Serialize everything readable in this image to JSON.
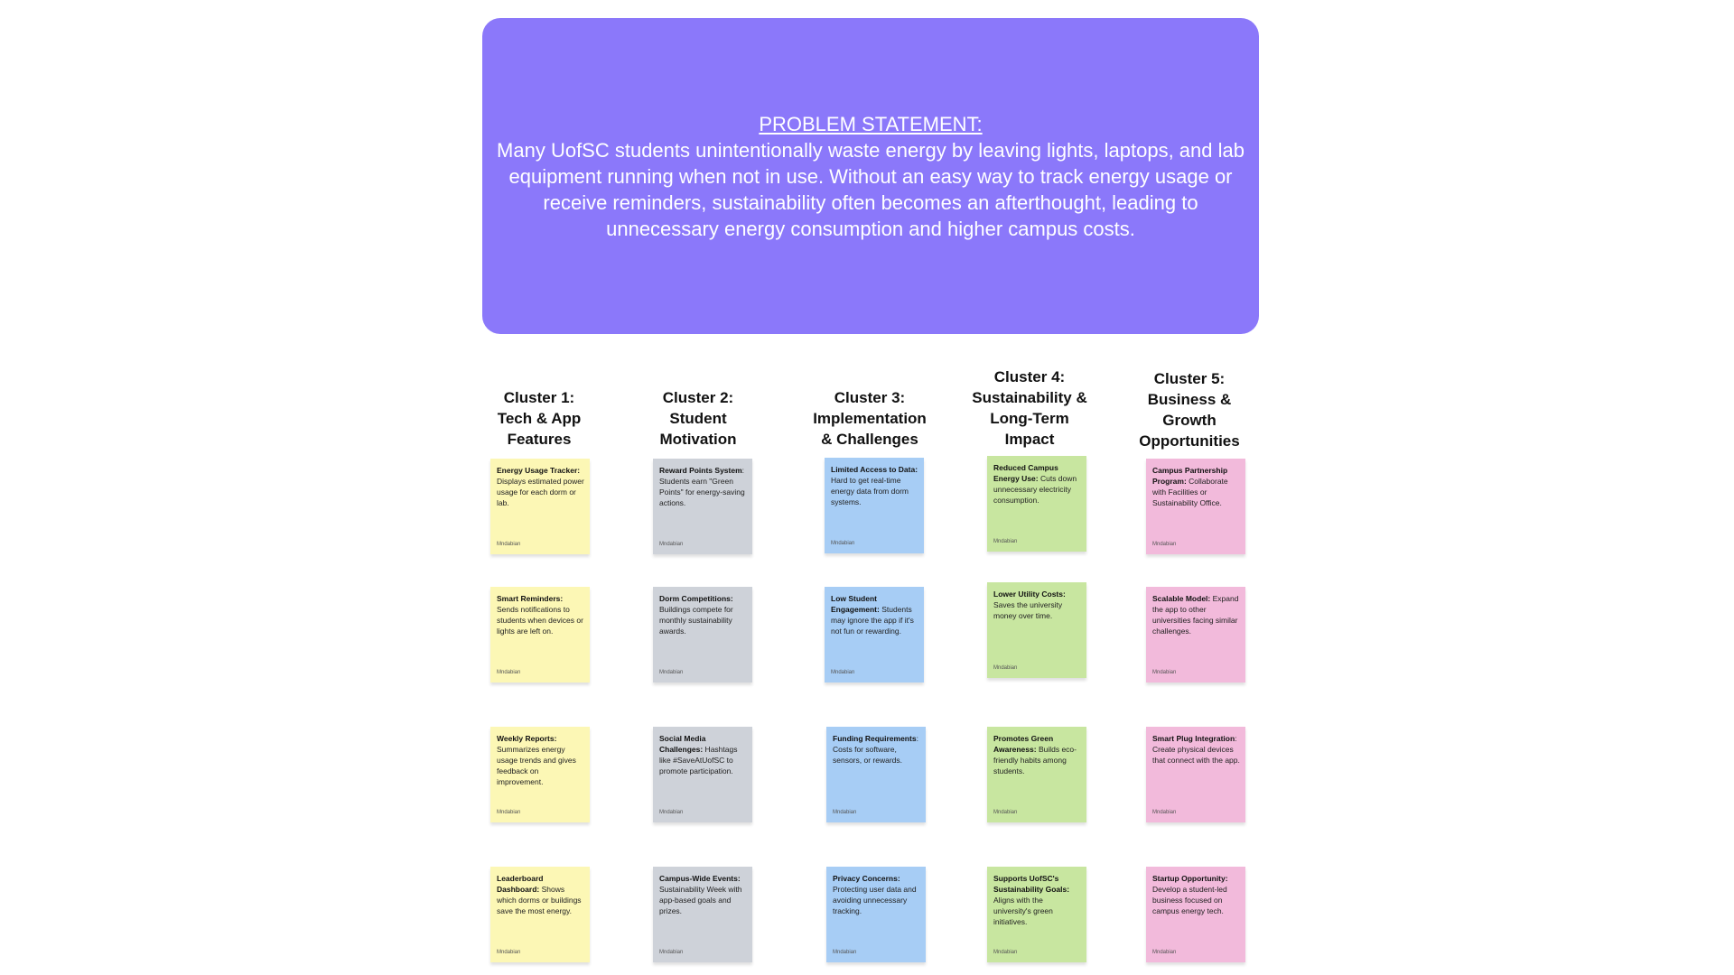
{
  "problem": {
    "title": "PROBLEM STATEMENT:",
    "body": "Many UofSC students unintentionally waste energy by leaving lights, laptops, and lab equipment running when not in use. Without an easy way to track energy usage or receive reminders, sustainability often becomes an afterthought, leading to unnecessary energy consumption and higher campus costs."
  },
  "clusters": [
    {
      "title": "Cluster 1:\nTech & App\nFeatures",
      "color": "#fcf7b5",
      "notes": [
        {
          "title": "Energy Usage Tracker:",
          "text": " Displays estimated power usage for each dorm or lab.",
          "author": "Mndabian"
        },
        {
          "title": "Smart Reminders:",
          "text": " Sends notifications to students when devices or lights are left on.",
          "author": "Mndabian"
        },
        {
          "title": "Weekly Reports:",
          "text": " Summarizes energy usage trends and gives feedback on improvement.",
          "author": "Mndabian"
        },
        {
          "title": "Leaderboard Dashboard:",
          "text": " Shows which dorms or buildings save the most energy.",
          "author": "Mndabian"
        }
      ]
    },
    {
      "title": "Cluster 2:\nStudent\nMotivation",
      "color": "#ced2d9",
      "notes": [
        {
          "title": "Reward Points System",
          "text": ": Students earn \"Green Points\" for energy-saving actions.",
          "author": "Mndabian"
        },
        {
          "title": "Dorm Competitions:",
          "text": " Buildings compete for monthly sustainability awards.",
          "author": "Mndabian"
        },
        {
          "title": "Social Media Challenges:",
          "text": " Hashtags like #SaveAtUofSC to promote participation.",
          "author": "Mndabian"
        },
        {
          "title": "Campus-Wide Events:",
          "text": " Sustainability Week with app-based goals and prizes.",
          "author": "Mndabian"
        }
      ]
    },
    {
      "title": "Cluster 3:\nImplementation\n& Challenges",
      "color": "#a7cdf5",
      "notes": [
        {
          "title": "Limited Access to Data:",
          "text": " Hard to get real-time energy data from dorm systems.",
          "author": "Mndabian"
        },
        {
          "title": "Low Student Engagement:",
          "text": " Students may ignore the app if it's not fun or rewarding.",
          "author": "Mndabian"
        },
        {
          "title": "Funding Requirements",
          "text": ": Costs for software, sensors, or rewards.",
          "author": "Mndabian"
        },
        {
          "title": "Privacy Concerns:",
          "text": " Protecting user data and avoiding unnecessary tracking.",
          "author": "Mndabian"
        }
      ]
    },
    {
      "title": "Cluster 4:\nSustainability &\nLong-Term\nImpact",
      "color": "#c8e6a0",
      "notes": [
        {
          "title": "Reduced Campus Energy Use:",
          "text": " Cuts down unnecessary electricity consumption.",
          "author": "Mndabian"
        },
        {
          "title": "Lower Utility Costs:",
          "text": " Saves the university money over time.",
          "author": "Mndabian"
        },
        {
          "title": "Promotes Green Awareness:",
          "text": " Builds eco-friendly habits among students.",
          "author": "Mndabian"
        },
        {
          "title": "Supports UofSC's Sustainability Goals:",
          "text": " Aligns with the university's green initiatives.",
          "author": "Mndabian"
        }
      ]
    },
    {
      "title": "Cluster 5:\nBusiness &\nGrowth\nOpportunities",
      "color": "#f2badb",
      "notes": [
        {
          "title": "Campus Partnership Program:",
          "text": " Collaborate with Facilities or Sustainability Office.",
          "author": "Mndabian"
        },
        {
          "title": "Scalable Model:",
          "text": " Expand the app to other universities facing similar challenges.",
          "author": "Mndabian"
        },
        {
          "title": "Smart Plug Integration",
          "text": ": Create physical devices that connect with the app.",
          "author": "Mndabian"
        },
        {
          "title": "Startup Opportunity:",
          "text": " Develop a student-led business focused on campus energy tech.",
          "author": "Mndabian"
        }
      ]
    }
  ]
}
